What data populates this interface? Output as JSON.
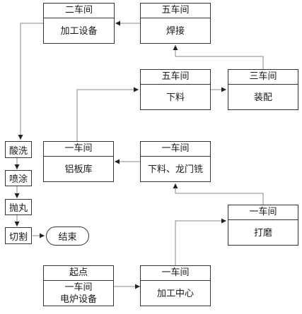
{
  "nodes": {
    "start": {
      "header": "起点",
      "body": "一车间\n电炉设备"
    },
    "machining_center": {
      "header": "一车间",
      "body": "加工中心"
    },
    "grinding": {
      "header": "一车间",
      "body": "打磨"
    },
    "cutting_milling": {
      "header": "一车间",
      "body": "下料、龙门铣"
    },
    "aluminum_storage": {
      "header": "一车间",
      "body": "铝板库"
    },
    "blanking": {
      "header": "五车间",
      "body": "下料"
    },
    "assembly": {
      "header": "三车间",
      "body": "装配"
    },
    "welding": {
      "header": "五车间",
      "body": "焊接"
    },
    "processing_equipment": {
      "header": "二车间",
      "body": "加工设备"
    },
    "pickling": {
      "label": "酸洗"
    },
    "painting": {
      "label": "喷涂"
    },
    "shot_blasting": {
      "label": "抛丸"
    },
    "cut": {
      "label": "切割"
    },
    "end": {
      "label": "结束"
    }
  },
  "edges": [
    {
      "from": "start",
      "to": "machining_center"
    },
    {
      "from": "machining_center",
      "to": "grinding"
    },
    {
      "from": "grinding",
      "to": "cutting_milling"
    },
    {
      "from": "cutting_milling",
      "to": "aluminum_storage"
    },
    {
      "from": "aluminum_storage",
      "to": "blanking"
    },
    {
      "from": "blanking",
      "to": "assembly"
    },
    {
      "from": "assembly",
      "to": "welding"
    },
    {
      "from": "welding",
      "to": "processing_equipment"
    },
    {
      "from": "processing_equipment",
      "to": "pickling"
    },
    {
      "from": "pickling",
      "to": "painting"
    },
    {
      "from": "painting",
      "to": "shot_blasting"
    },
    {
      "from": "shot_blasting",
      "to": "cut"
    },
    {
      "from": "cut",
      "to": "end"
    }
  ]
}
